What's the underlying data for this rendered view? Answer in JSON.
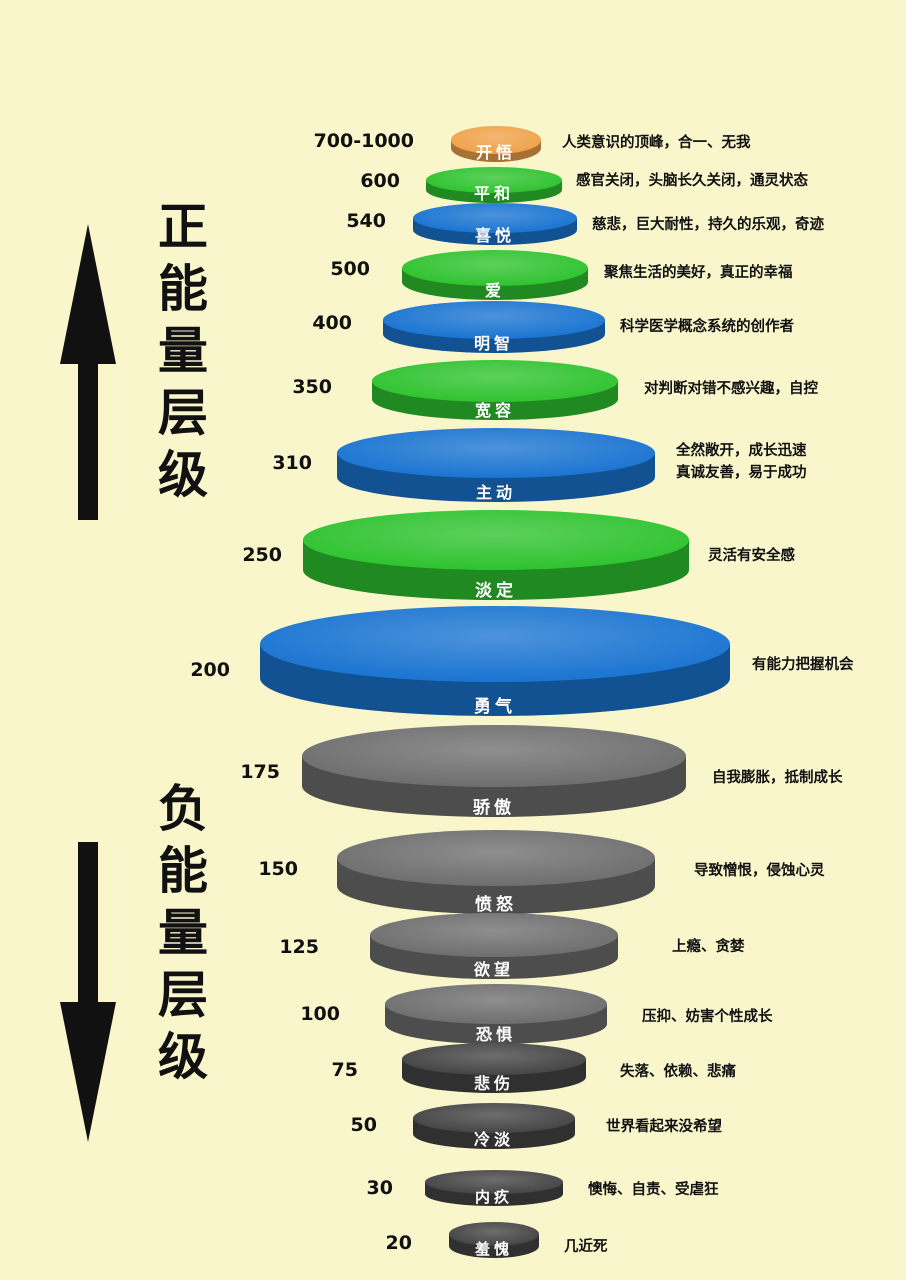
{
  "titles": {
    "positive": [
      "正",
      "能",
      "量",
      "层",
      "级"
    ],
    "negative": [
      "负",
      "能",
      "量",
      "层",
      "级"
    ]
  },
  "colors": {
    "background": "#f9f6cc",
    "orange": "#f0a24a",
    "green": "#2fc32f",
    "blue": "#1a74d1",
    "gray": "#6e6e6e",
    "dark": "#444444"
  },
  "levels": [
    {
      "value": "700-1000",
      "label": "开悟",
      "desc": [
        "人类意识的顶峰，合一、无我"
      ],
      "color": "orange"
    },
    {
      "value": "600",
      "label": "平和",
      "desc": [
        "感官关闭，头脑长久关闭，通灵状态"
      ],
      "color": "green"
    },
    {
      "value": "540",
      "label": "喜悦",
      "desc": [
        "慈悲，巨大耐性，持久的乐观，奇迹"
      ],
      "color": "blue"
    },
    {
      "value": "500",
      "label": "爱",
      "desc": [
        "聚焦生活的美好，真正的幸福"
      ],
      "color": "green"
    },
    {
      "value": "400",
      "label": "明智",
      "desc": [
        "科学医学概念系统的创作者"
      ],
      "color": "blue"
    },
    {
      "value": "350",
      "label": "宽容",
      "desc": [
        "对判断对错不感兴趣，自控"
      ],
      "color": "green"
    },
    {
      "value": "310",
      "label": "主动",
      "desc": [
        "全然敞开，成长迅速",
        "真诚友善，易于成功"
      ],
      "color": "blue"
    },
    {
      "value": "250",
      "label": "淡定",
      "desc": [
        "灵活有安全感"
      ],
      "color": "green"
    },
    {
      "value": "200",
      "label": "勇气",
      "desc": [
        "有能力把握机会"
      ],
      "color": "blue"
    },
    {
      "value": "175",
      "label": "骄傲",
      "desc": [
        "自我膨胀，抵制成长"
      ],
      "color": "gray"
    },
    {
      "value": "150",
      "label": "愤怒",
      "desc": [
        "导致憎恨，侵蚀心灵"
      ],
      "color": "gray"
    },
    {
      "value": "125",
      "label": "欲望",
      "desc": [
        "上瘾、贪婪"
      ],
      "color": "gray"
    },
    {
      "value": "100",
      "label": "恐惧",
      "desc": [
        "压抑、妨害个性成长"
      ],
      "color": "gray"
    },
    {
      "value": "75",
      "label": "悲伤",
      "desc": [
        "失落、依赖、悲痛"
      ],
      "color": "dark"
    },
    {
      "value": "50",
      "label": "冷淡",
      "desc": [
        "世界看起来没希望"
      ],
      "color": "dark"
    },
    {
      "value": "30",
      "label": "内疚",
      "desc": [
        "懊悔、自责、受虐狂"
      ],
      "color": "dark"
    },
    {
      "value": "20",
      "label": "羞愧",
      "desc": [
        "几近死"
      ],
      "color": "dark"
    }
  ]
}
